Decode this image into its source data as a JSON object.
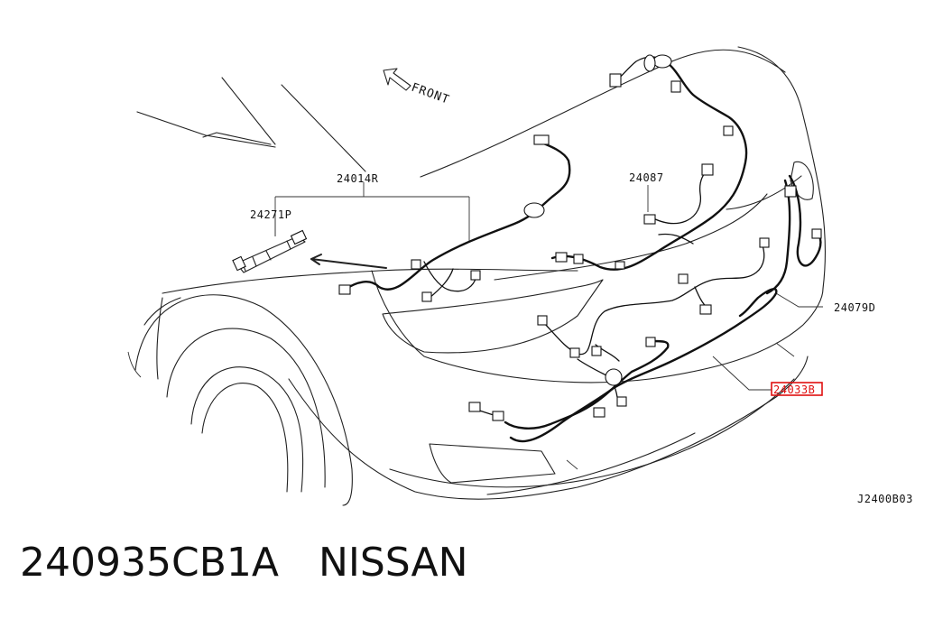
{
  "diagram": {
    "front_label": "FRONT",
    "part_labels": {
      "p24014R": "24014R",
      "p24271P": "24271P",
      "p24087": "24087",
      "p24079D": "24079D",
      "p24033B": "24033B"
    },
    "drawing_code": "J2400B03",
    "highlight_color": "#e01010"
  },
  "caption": {
    "part_number": "240935CB1A",
    "brand": "NISSAN"
  }
}
